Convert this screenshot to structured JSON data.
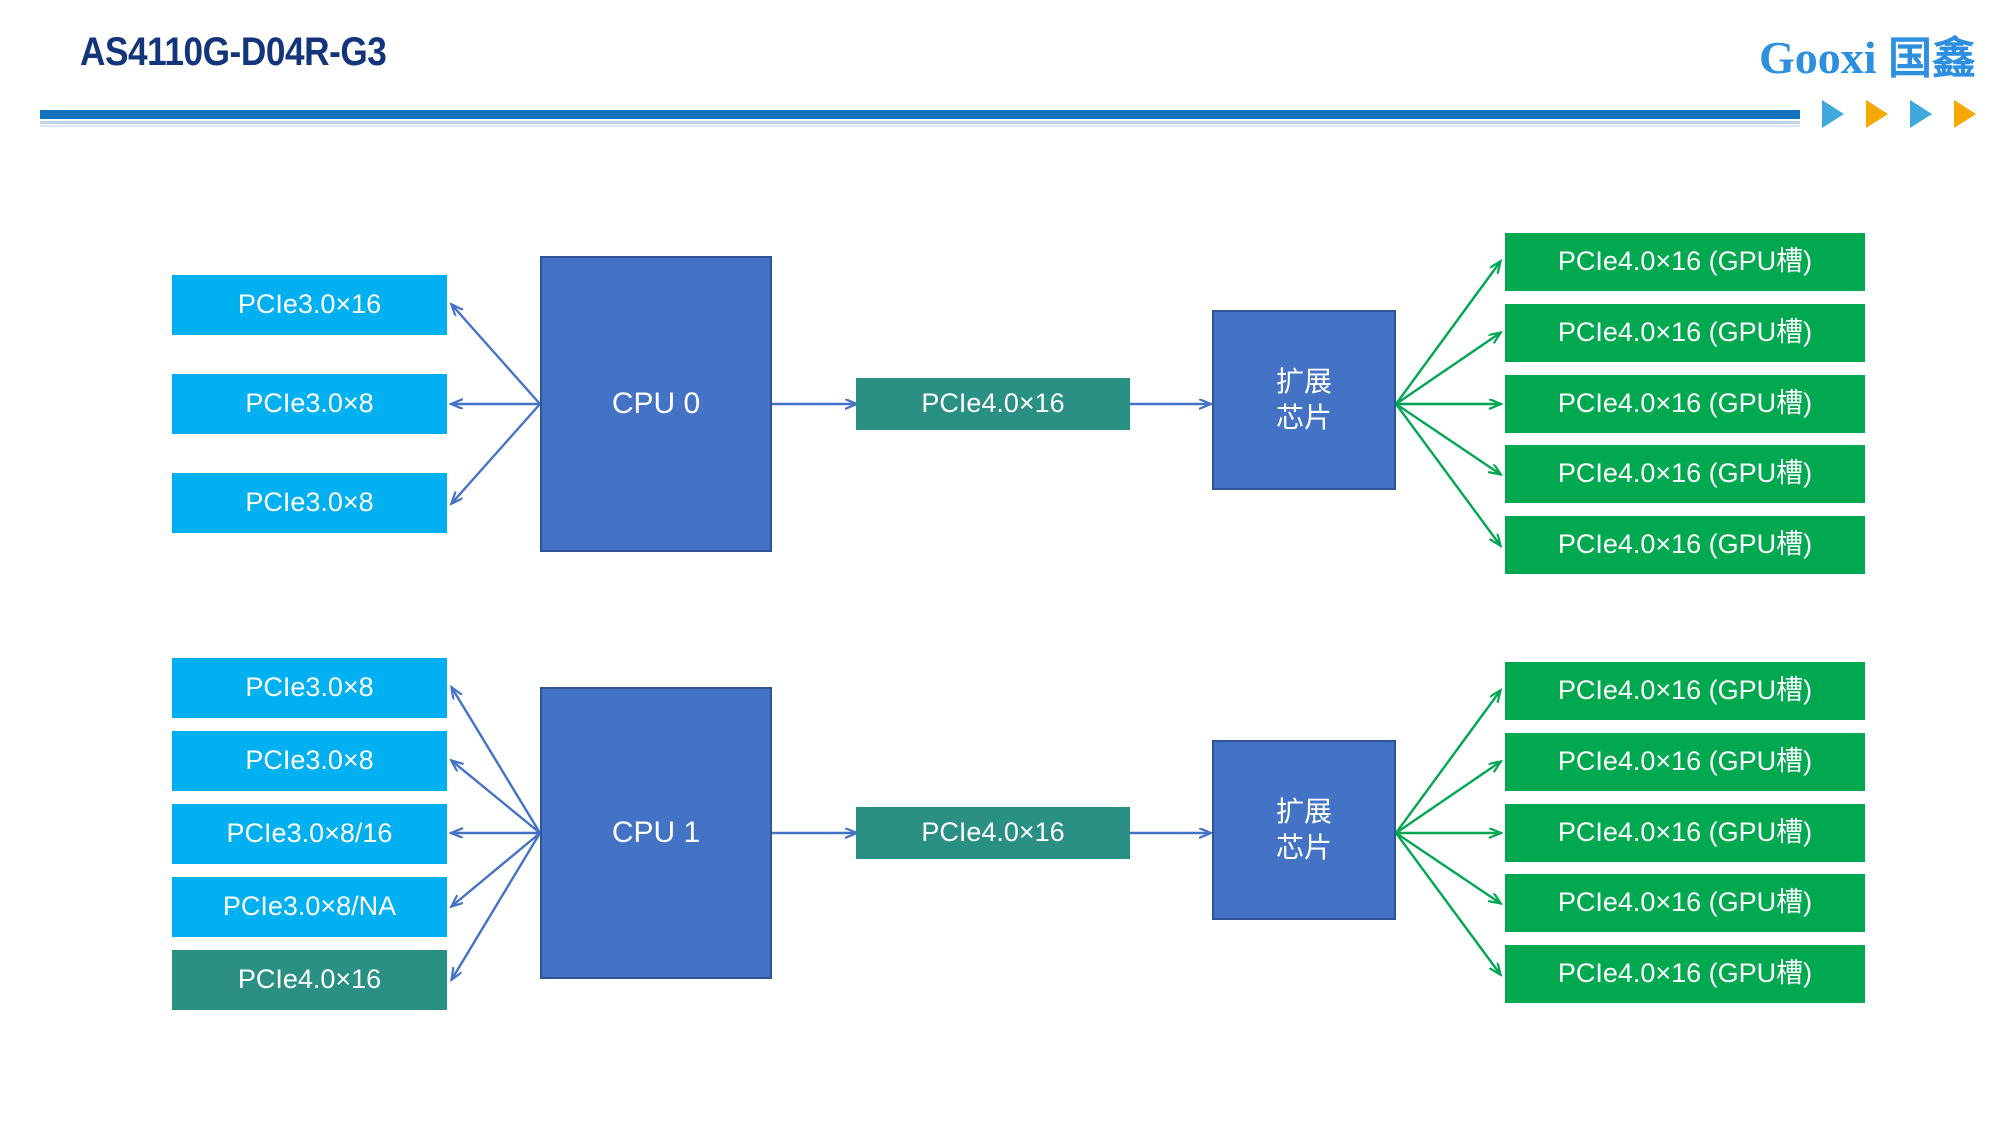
{
  "header": {
    "title": "AS4110G-D04R-G3",
    "logo_text": "Gooxi",
    "logo_cn": "国鑫",
    "accent_blue": "#1272BC",
    "accent_orange": "#F5A800",
    "title_color": "#13357B"
  },
  "colors": {
    "cyan_box": "#00B0F0",
    "teal_box": "#2A9083",
    "green_box": "#00A94F",
    "cpu_box": "#4472C4",
    "blue_arrow": "#4472C4",
    "green_arrow": "#00A651"
  },
  "diagram": {
    "type": "block-diagram",
    "groups": [
      {
        "id": "cpu0-group",
        "cpu_label": "CPU 0",
        "chip_label": "扩展\n芯片",
        "chip_line1": "扩展",
        "chip_line2": "芯片",
        "uplink_label": "PCIe4.0×16",
        "left_slots": [
          {
            "label": "PCIe3.0×16",
            "style": "cyan"
          },
          {
            "label": "PCIe3.0×8",
            "style": "cyan"
          },
          {
            "label": "PCIe3.0×8",
            "style": "cyan"
          }
        ],
        "gpu_slots": [
          {
            "label": "PCIe4.0×16 (GPU槽)"
          },
          {
            "label": "PCIe4.0×16 (GPU槽)"
          },
          {
            "label": "PCIe4.0×16 (GPU槽)"
          },
          {
            "label": "PCIe4.0×16 (GPU槽)"
          },
          {
            "label": "PCIe4.0×16 (GPU槽)"
          }
        ]
      },
      {
        "id": "cpu1-group",
        "cpu_label": "CPU 1",
        "chip_label": "扩展\n芯片",
        "chip_line1": "扩展",
        "chip_line2": "芯片",
        "uplink_label": "PCIe4.0×16",
        "left_slots": [
          {
            "label": "PCIe3.0×8",
            "style": "cyan"
          },
          {
            "label": "PCIe3.0×8",
            "style": "cyan"
          },
          {
            "label": "PCIe3.0×8/16",
            "style": "cyan"
          },
          {
            "label": "PCIe3.0×8/NA",
            "style": "cyan"
          },
          {
            "label": "PCIe4.0×16",
            "style": "teal"
          }
        ],
        "gpu_slots": [
          {
            "label": "PCIe4.0×16 (GPU槽)"
          },
          {
            "label": "PCIe4.0×16 (GPU槽)"
          },
          {
            "label": "PCIe4.0×16 (GPU槽)"
          },
          {
            "label": "PCIe4.0×16 (GPU槽)"
          },
          {
            "label": "PCIe4.0×16 (GPU槽)"
          }
        ]
      }
    ]
  }
}
